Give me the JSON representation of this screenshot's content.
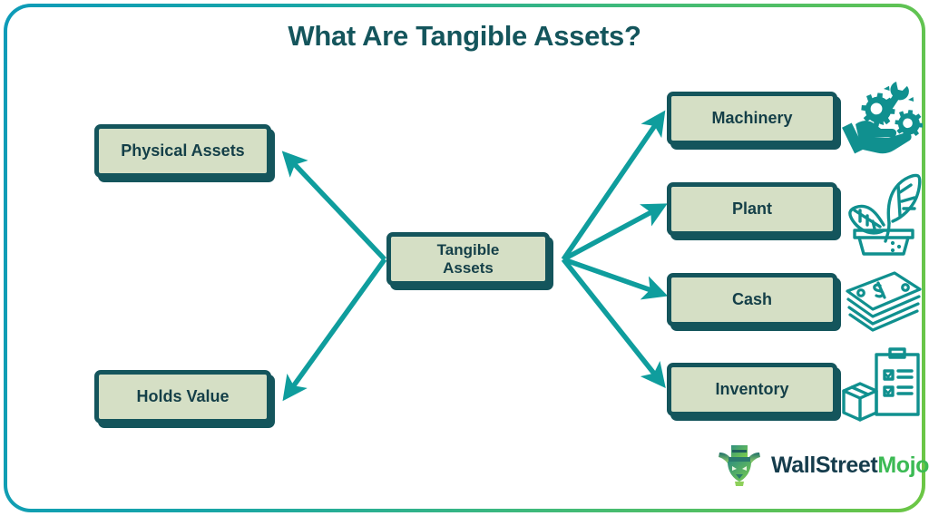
{
  "page": {
    "title": "What Are Tangible Assets?",
    "frame_gradient_start": "#0d9bb8",
    "frame_gradient_end": "#6cc644",
    "background": "#ffffff"
  },
  "theme": {
    "box_fill": "#d5dfc5",
    "box_border": "#14555c",
    "text_color": "#143f48",
    "arrow_color": "#0f9d9d",
    "title_color": "#14555c",
    "icon_color": "#10908f"
  },
  "diagram": {
    "center": {
      "label": "Tangible\nAssets",
      "name": "tangible-assets"
    },
    "left_nodes": [
      {
        "label": "Physical Assets",
        "name": "physical-assets"
      },
      {
        "label": "Holds Value",
        "name": "holds-value"
      }
    ],
    "right_nodes": [
      {
        "label": "Machinery",
        "name": "machinery",
        "icon": "gears-in-hand-icon"
      },
      {
        "label": "Plant",
        "name": "plant",
        "icon": "potted-plant-icon"
      },
      {
        "label": "Cash",
        "name": "cash",
        "icon": "banknotes-icon"
      },
      {
        "label": "Inventory",
        "name": "inventory",
        "icon": "clipboard-box-icon"
      }
    ],
    "arrows": [
      {
        "from": "tangible-assets",
        "to": "physical-assets"
      },
      {
        "from": "tangible-assets",
        "to": "holds-value"
      },
      {
        "from": "tangible-assets",
        "to": "machinery"
      },
      {
        "from": "tangible-assets",
        "to": "plant"
      },
      {
        "from": "tangible-assets",
        "to": "cash"
      },
      {
        "from": "tangible-assets",
        "to": "inventory"
      }
    ]
  },
  "logo": {
    "text_primary": "WallStreet",
    "text_secondary": "Mojo",
    "mark": "bull-with-top-hat-icon"
  }
}
